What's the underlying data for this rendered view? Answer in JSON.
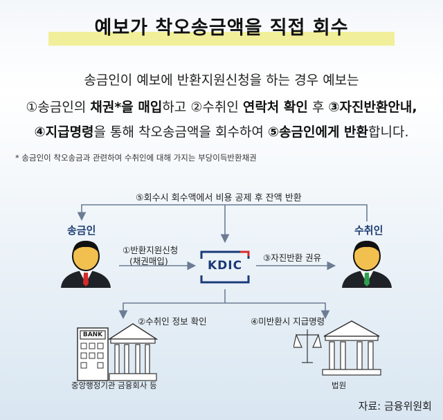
{
  "title": "예보가 착오송금액을 직접 회수",
  "intro": {
    "line1": "송금인이 예보에 반환지원신청을 하는 경우 예보는",
    "line2": [
      {
        "t": "①송금인의 ",
        "b": false
      },
      {
        "t": "채권*을 매입",
        "b": true
      },
      {
        "t": "하고 ②수취인 ",
        "b": false
      },
      {
        "t": "연락처 확인",
        "b": true
      },
      {
        "t": " 후 ",
        "b": false
      },
      {
        "t": "③자진반환안내,",
        "b": true
      }
    ],
    "line3": [
      {
        "t": "④지급명령",
        "b": true
      },
      {
        "t": "을 통해 착오송금액을 회수하여 ",
        "b": false
      },
      {
        "t": "⑤송금인에게 반환",
        "b": true
      },
      {
        "t": "합니다.",
        "b": false
      }
    ]
  },
  "footnote": "* 송금인이 착오송금과 관련하여 수취인에 대해 가지는 부당이득반환채권",
  "diagram": {
    "step5": "⑤회수시 회수액에서 비용 공제 후 잔액 반환",
    "sender": "송금인",
    "receiver": "수취인",
    "step1_a": "①반환지원신청",
    "step1_b": "(채권매입)",
    "step3": "③자진반환 권유",
    "center_logo": "KDIC",
    "step2": "②수취인 정보 확인",
    "step4": "④미반환시 지급명령",
    "bank_sign": "BANK",
    "bank_caption": "중앙행정기관 금융회사 등",
    "court_caption": "법원"
  },
  "colors": {
    "arrow": "#6b7c93",
    "logo": "#1a3a78",
    "logo_accent": "#d62b2b",
    "highlight": "#f1ef9a",
    "sender_tie": "#d62b2b",
    "receiver_tie": "#2e9e4f"
  },
  "source": "자료: 금융위원회"
}
